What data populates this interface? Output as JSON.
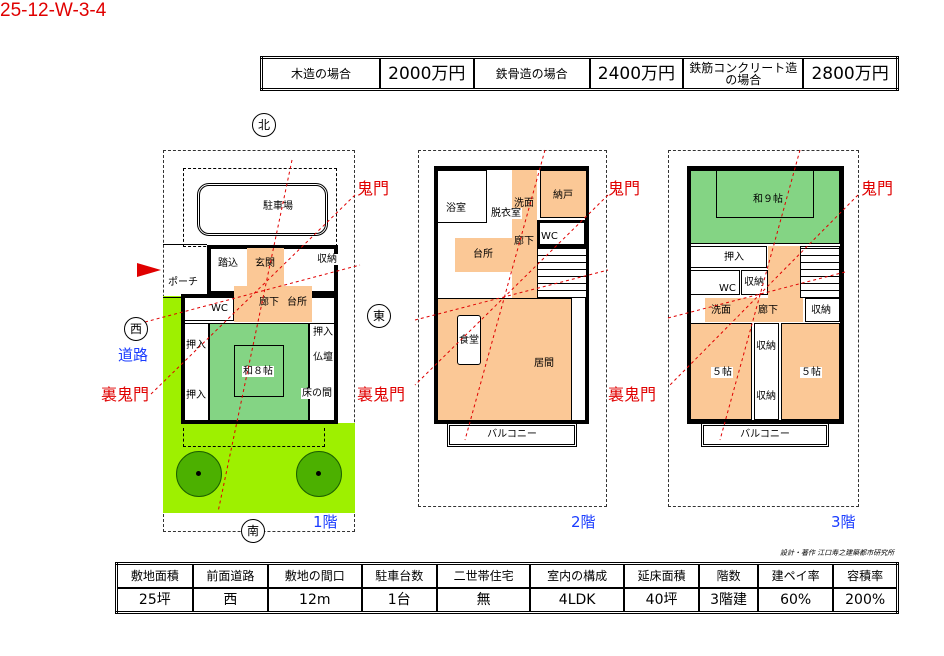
{
  "plan_code": "25-12-W-3-4",
  "price_table": [
    {
      "label": "木造の場合",
      "value": "2000万円"
    },
    {
      "label": "鉄骨造の場合",
      "value": "2400万円"
    },
    {
      "label": "鉄筋コンクリート造の場合",
      "value": "2800万円"
    }
  ],
  "compass": {
    "north": "北",
    "east": "東",
    "west": "西",
    "south": "南"
  },
  "road_label": "道路",
  "kimon": "鬼門",
  "ura_kimon": "裏鬼門",
  "floors": {
    "f1": {
      "label": "1階",
      "rooms": {
        "parking": "駐車場",
        "fumikomi": "踏込",
        "genkan": "玄関",
        "storage": "収納",
        "porch": "ポーチ",
        "wc": "WC",
        "hall": "廊下",
        "kitchen": "台所",
        "oshiire1": "押入",
        "oshiire2": "押入",
        "oshiire3": "押入",
        "butsudan": "仏壇",
        "washitsu": "和８帖",
        "tokonoma": "床の間"
      }
    },
    "f2": {
      "label": "2階",
      "rooms": {
        "bath": "浴室",
        "dressing": "脱衣室",
        "washroom": "洗面",
        "nando": "納戸",
        "wc": "WC",
        "hall": "廊下",
        "kitchen": "台所",
        "dining": "食堂",
        "living": "居間",
        "balcony": "バルコニー"
      }
    },
    "f3": {
      "label": "3階",
      "rooms": {
        "washitsu": "和９帖",
        "oshiire": "押入",
        "wc": "WC",
        "storage1": "収納",
        "washroom": "洗面",
        "hall": "廊下",
        "storage2": "収納",
        "storage3": "収納",
        "storage4": "収納",
        "room1": "５帖",
        "room2": "５帖",
        "balcony": "バルコニー"
      }
    }
  },
  "credit": "設計・著作 江口寿之建築都市研究所",
  "spec_table": {
    "headers": [
      "敷地面積",
      "前面道路",
      "敷地の間口",
      "駐車台数",
      "二世帯住宅",
      "室内の構成",
      "延床面積",
      "階数",
      "建ペイ率",
      "容積率"
    ],
    "values": [
      "25坪",
      "西",
      "12m",
      "1台",
      "無",
      "4LDK",
      "40坪",
      "3階建",
      "60%",
      "200%"
    ]
  },
  "colors": {
    "red": "#e00000",
    "blue": "#1a3cff",
    "tatami": "#84d484",
    "floor": "#fbc896",
    "lawn": "#9ef000"
  }
}
